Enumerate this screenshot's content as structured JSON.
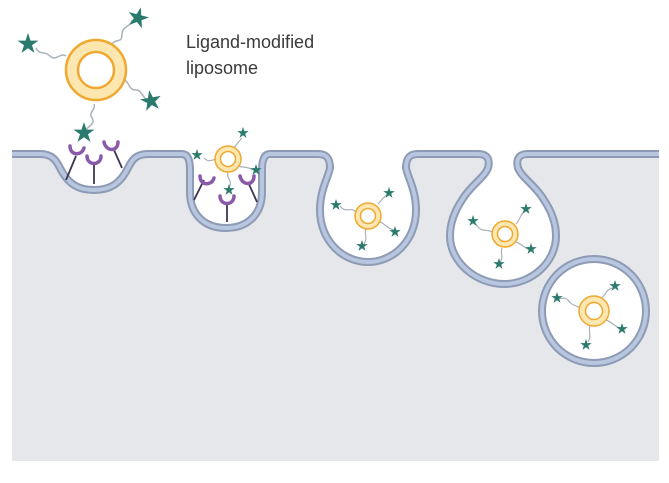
{
  "diagram": {
    "title_label_line1": "Ligand-modified",
    "title_label_line2": "liposome",
    "stages": [
      {
        "name": "free-liposome",
        "description": "Ligand-modified liposome approaching cell"
      },
      {
        "name": "receptor-binding",
        "description": "Ligand binds receptors in shallow membrane pit"
      },
      {
        "name": "invagination",
        "description": "Membrane invaginates around liposome"
      },
      {
        "name": "deep-invagination",
        "description": "Membrane pinches, neck narrowing"
      },
      {
        "name": "budding-neck",
        "description": "Vesicle nearly closed"
      },
      {
        "name": "endosome",
        "description": "Internalized vesicle (endosome) containing liposome"
      }
    ],
    "colors": {
      "cytoplasm": "#e6e7eb",
      "membrane_outer": "#8e9bb5",
      "membrane_inner": "#b8c6e0",
      "liposome_ring": "#f0a830",
      "liposome_fill": "#fde7b0",
      "ligand": "#2b7a6e",
      "receptor": "#8a5aa8",
      "receptor_stem": "#3d3552",
      "tether": "#a9b2b8"
    }
  }
}
